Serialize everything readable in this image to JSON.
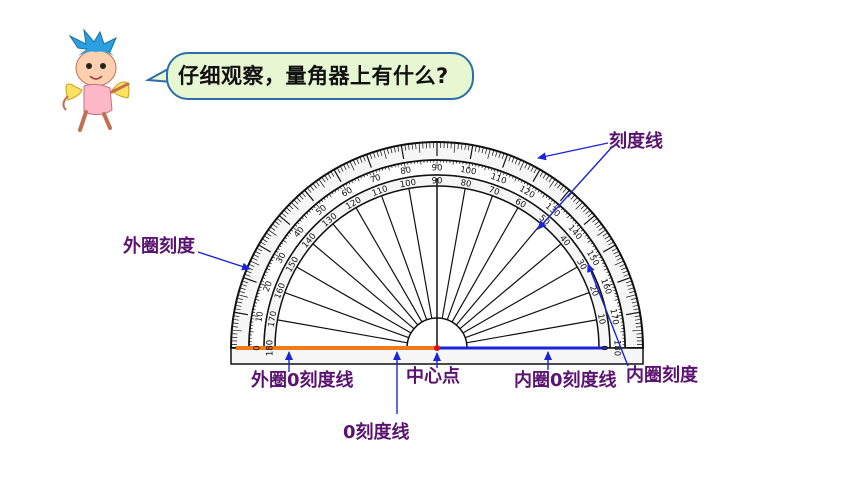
{
  "question": "仔细观察，量角器上有什么?",
  "labels": {
    "scale_line": "刻度线",
    "outer_scale": "外圈刻度",
    "inner_scale": "内圈刻度",
    "outer_zero_line": "外圈0刻度线",
    "center_point": "中心点",
    "inner_zero_line": "内圈0刻度线",
    "zero_line": "0刻度线"
  },
  "protractor": {
    "outer_numbers": [
      "0",
      "10",
      "20",
      "30",
      "40",
      "50",
      "60",
      "70",
      "80",
      "90",
      "100",
      "110",
      "120",
      "130",
      "140",
      "150",
      "160",
      "170",
      "180"
    ],
    "inner_numbers": [
      "180",
      "170",
      "160",
      "150",
      "140",
      "130",
      "120",
      "110",
      "100",
      "90",
      "80",
      "70",
      "60",
      "50",
      "40",
      "30",
      "20",
      "10",
      "0"
    ]
  },
  "colors": {
    "arrow": "#1c24d8",
    "label": "#5a1470",
    "baseline_orange": "#f07a1a",
    "baseline_blue": "#1c24d8",
    "center_dot": "#e01010",
    "bubble_fill": "#e7f7d2",
    "bubble_border": "#2c6ea8"
  }
}
